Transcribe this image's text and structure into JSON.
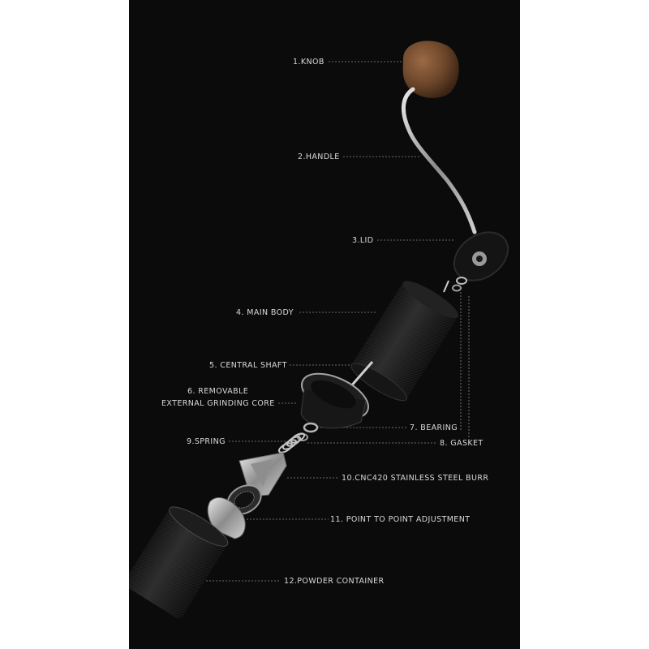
{
  "labels": {
    "knob": "1.KNOB",
    "handle": "2.HANDLE",
    "lid": "3.LID",
    "main_body": "4. MAIN BODY",
    "central_shaft": "5. CENTRAL SHAFT",
    "core_line1": "6. REMOVABLE",
    "core_line2": "EXTERNAL GRINDING CORE",
    "bearing": "7. BEARING",
    "gasket": "8. GASKET",
    "spring": "9.SPRING",
    "burr": "10.CNC420 STAINLESS STEEL BURR",
    "adjustment": "11. POINT TO POINT ADJUSTMENT",
    "container": "12.POWDER CONTAINER"
  },
  "colors": {
    "background": "#0b0b0b",
    "label_text": "#d9d9d9",
    "leader_line": "#8a8a8a",
    "wood": "#6b4529",
    "metal_dark": "#1c1c1c",
    "steel": "#bdbdbd"
  }
}
